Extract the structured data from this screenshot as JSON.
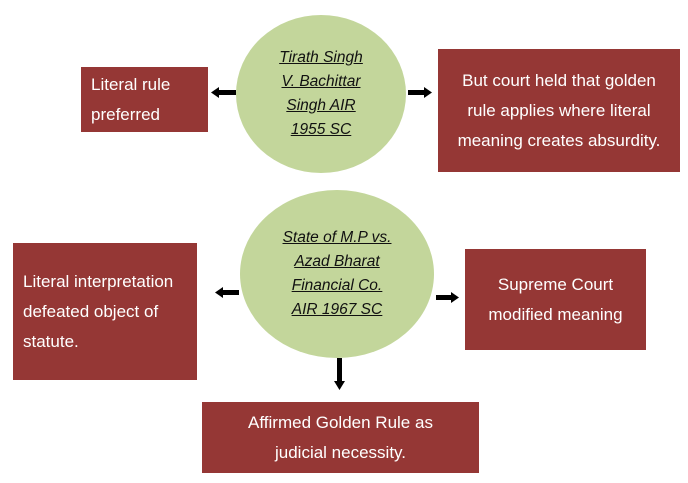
{
  "case1": {
    "title_lines": [
      "Tirath Singh",
      "V. Bachittar",
      "Singh AIR",
      "1955 SC"
    ],
    "left_box": "Literal rule preferred",
    "right_box": "But court held that golden rule applies where literal meaning creates absurdity."
  },
  "case2": {
    "title_lines": [
      "State of M.P vs.",
      "Azad Bharat",
      "Financial Co.",
      "AIR 1967 SC"
    ],
    "left_box": "Literal interpretation defeated object of statute.",
    "right_box": "Supreme Court modified meaning",
    "bottom_box": "Affirmed Golden Rule as judicial necessity."
  },
  "colors": {
    "box": "#953735",
    "circle": "#c3d69b",
    "arrow": "#000000"
  }
}
